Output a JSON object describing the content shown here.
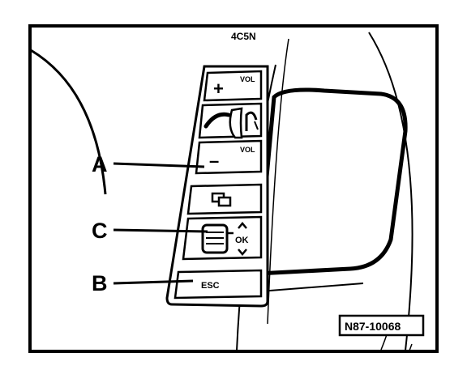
{
  "figure": {
    "header_code": "4C5N",
    "reference": "N87-10068"
  },
  "callouts": {
    "a": "A",
    "b": "B",
    "c": "C"
  },
  "buttons": {
    "vol_up_sign": "+",
    "vol_up_label": "VOL",
    "vol_down_sign": "–",
    "vol_down_label": "VOL",
    "ok_label": "OK",
    "esc_label": "ESC"
  },
  "icons": {
    "phone": "phone-handset-icon",
    "voice": "voice-command-icon",
    "mode": "mode-switch-icon",
    "up": "arrow-up-icon",
    "down": "arrow-down-icon",
    "thumbwheel": "thumbwheel-icon"
  }
}
